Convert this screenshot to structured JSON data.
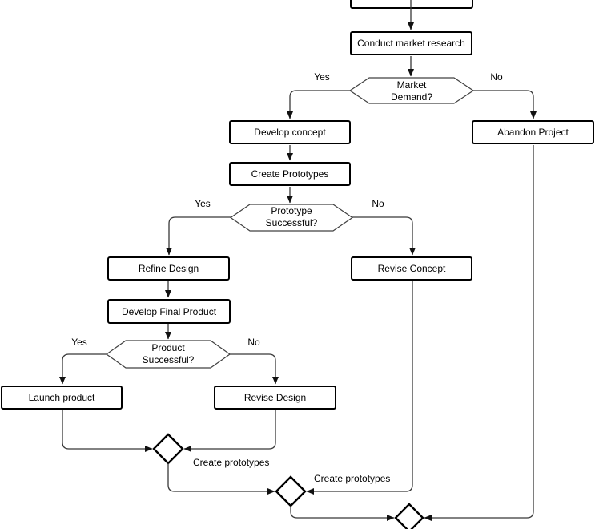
{
  "canvas": {
    "background": "#ffffff"
  },
  "colors": {
    "node_fill": "#ffffff",
    "node_border": "#000000",
    "decision_border": "#404040",
    "connector": "#383838",
    "arrowhead": "#111111",
    "text": "#000000"
  },
  "nodes": {
    "start": {
      "label": "",
      "type": "process"
    },
    "conduct_market_research": {
      "label": "Conduct market research",
      "type": "process"
    },
    "market_demand": {
      "line1": "Market",
      "line2": "Demand?",
      "type": "decision"
    },
    "develop_concept": {
      "label": "Develop concept",
      "type": "process"
    },
    "abandon_project": {
      "label": "Abandon Project",
      "type": "process"
    },
    "create_prototypes": {
      "label": "Create Prototypes",
      "type": "process"
    },
    "prototype_successful": {
      "line1": "Prototype",
      "line2": "Successful?",
      "type": "decision"
    },
    "refine_design": {
      "label": "Refine Design",
      "type": "process"
    },
    "revise_concept": {
      "label": "Revise Concept",
      "type": "process"
    },
    "develop_final_product": {
      "label": "Develop Final Product",
      "type": "process"
    },
    "product_successful": {
      "line1": "Product",
      "line2": "Successful?",
      "type": "decision"
    },
    "launch_product": {
      "label": "Launch product",
      "type": "process"
    },
    "revise_design": {
      "label": "Revise Design",
      "type": "process"
    }
  },
  "edge_labels": {
    "market_demand_yes": "Yes",
    "market_demand_no": "No",
    "prototype_successful_yes": "Yes",
    "prototype_successful_no": "No",
    "product_successful_yes": "Yes",
    "product_successful_no": "No",
    "loop_create_prototypes_1": "Create prototypes",
    "loop_create_prototypes_2": "Create prototypes"
  }
}
